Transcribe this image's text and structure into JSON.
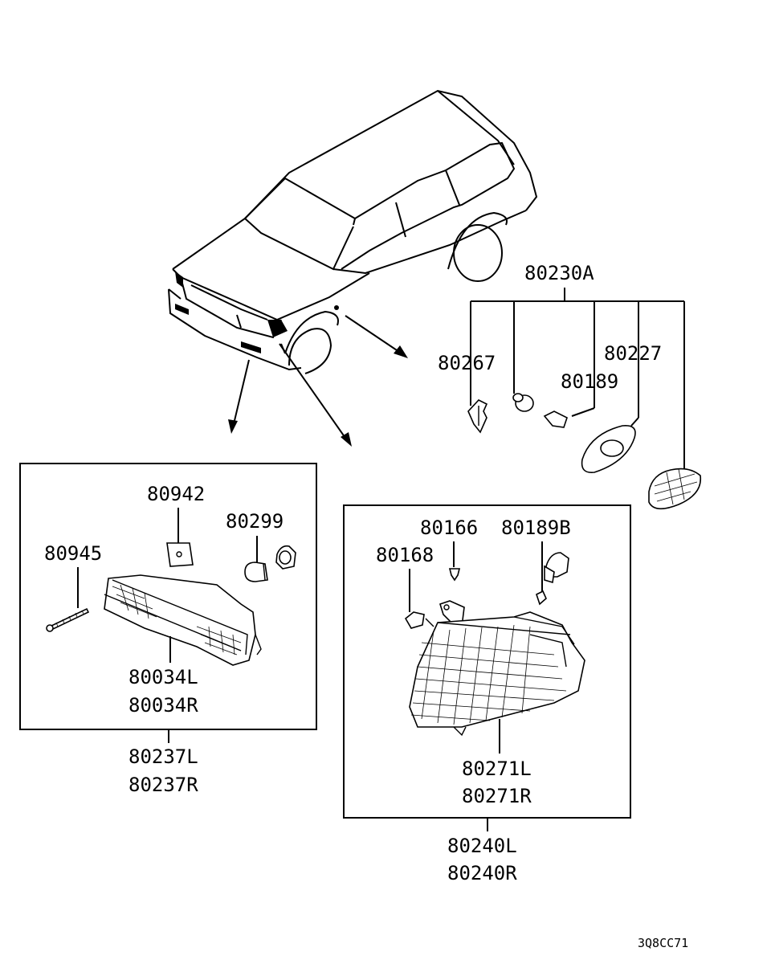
{
  "labels": {
    "p80230A": "80230A",
    "p80267": "80267",
    "p80227": "80227",
    "p80189": "80189",
    "p80942": "80942",
    "p80299": "80299",
    "p80945": "80945",
    "p80034L": "80034L",
    "p80034R": "80034R",
    "p80237L": "80237L",
    "p80237R": "80237R",
    "p80166": "80166",
    "p80189B": "80189B",
    "p80168": "80168",
    "p80271L": "80271L",
    "p80271R": "80271R",
    "p80240L": "80240L",
    "p80240R": "80240R"
  },
  "diagram_code": "3Q8CC71"
}
